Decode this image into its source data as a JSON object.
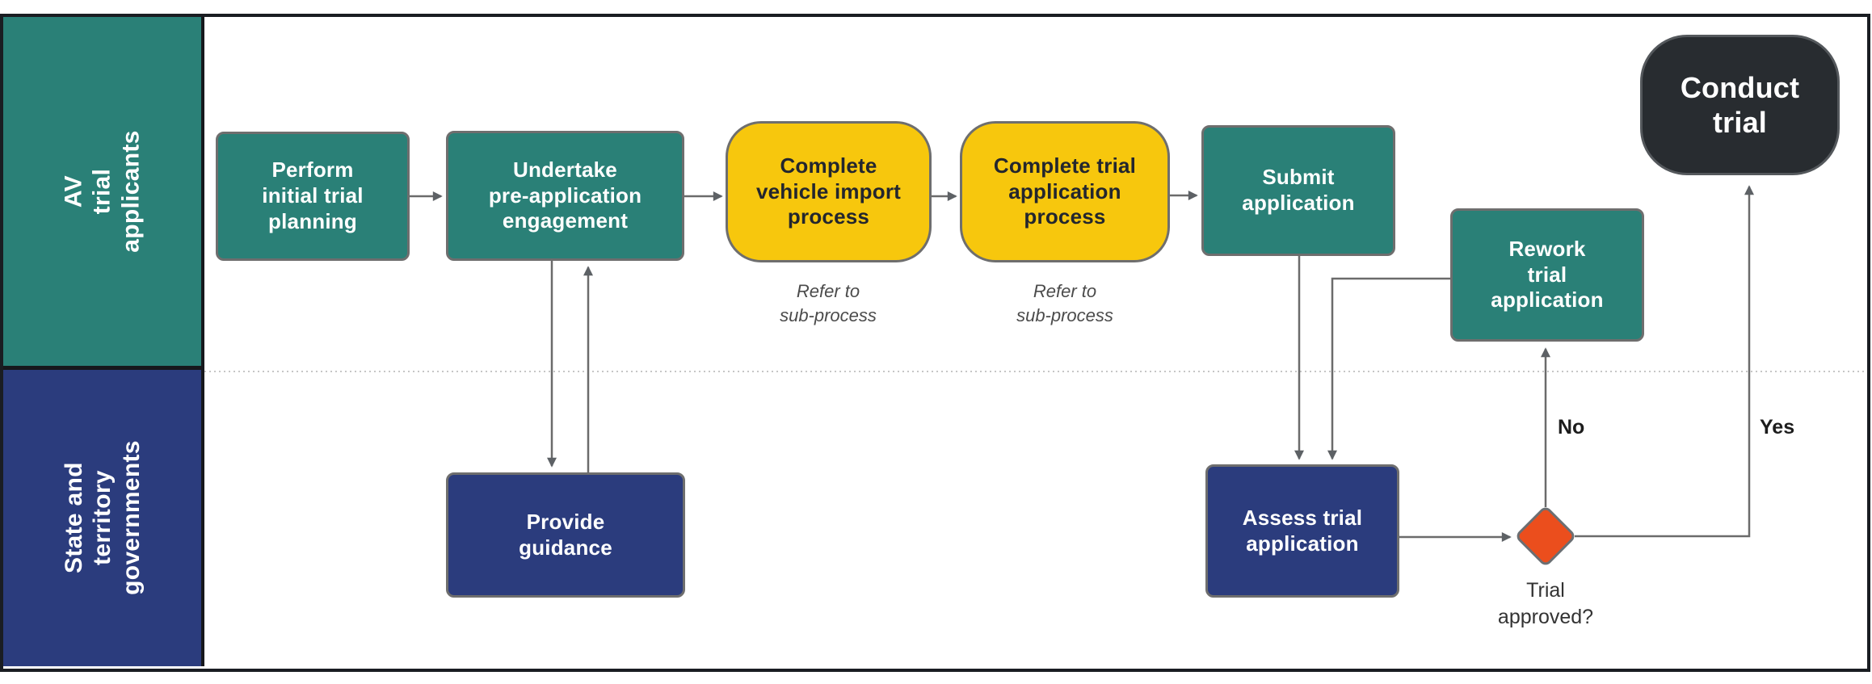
{
  "palette": {
    "teal": "#2A8077",
    "navy": "#2B3C7D",
    "yellow": "#F7C70D",
    "orange": "#EB4E1D",
    "dark": "#282C30",
    "frame": "#1A1D22",
    "connector": "#6B6B6B"
  },
  "lanes": [
    {
      "label": "AV\ntrial\napplicants",
      "color": "#2A8077"
    },
    {
      "label": "State and\nterritory\ngovernments",
      "color": "#2B3C7D"
    }
  ],
  "nodes": {
    "perform_initial": {
      "label": "Perform\ninitial trial\nplanning",
      "type": "process",
      "color": "#2A8077"
    },
    "undertake_pre_application": {
      "label": "Undertake\npre-application\nengagement",
      "type": "process",
      "color": "#2A8077"
    },
    "complete_vehicle_import": {
      "label": "Complete\nvehicle import\nprocess",
      "type": "subprocess",
      "color": "#F7C70D"
    },
    "complete_trial_application": {
      "label": "Complete trial\napplication\nprocess",
      "type": "subprocess",
      "color": "#F7C70D"
    },
    "submit_application": {
      "label": "Submit\napplication",
      "type": "process",
      "color": "#2A8077"
    },
    "rework_trial_application": {
      "label": "Rework\ntrial\napplication",
      "type": "process",
      "color": "#2A8077"
    },
    "conduct_trial": {
      "label": "Conduct\ntrial",
      "type": "terminator",
      "color": "#282C30"
    },
    "provide_guidance": {
      "label": "Provide\nguidance",
      "type": "process",
      "color": "#2B3C7D"
    },
    "assess_trial_application": {
      "label": "Assess trial\napplication",
      "type": "process",
      "color": "#2B3C7D"
    }
  },
  "annotations": {
    "refer_vehicle_import": "Refer to\nsub-process",
    "refer_trial_application": "Refer to\nsub-process"
  },
  "decision": {
    "label": "Trial\napproved?",
    "no_label": "No",
    "yes_label": "Yes",
    "color": "#EB4E1D"
  }
}
